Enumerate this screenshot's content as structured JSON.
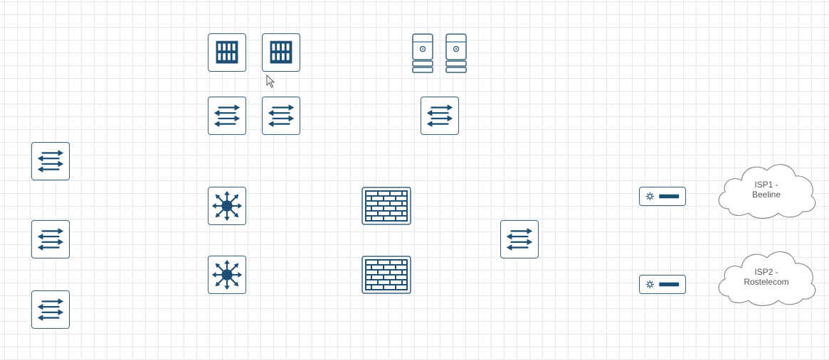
{
  "diagram": {
    "nodes": [
      {
        "id": "switch-left-1",
        "icon": "switch-icon"
      },
      {
        "id": "switch-left-2",
        "icon": "switch-icon"
      },
      {
        "id": "switch-left-3",
        "icon": "switch-icon"
      },
      {
        "id": "storage-1",
        "icon": "storage-rack-icon"
      },
      {
        "id": "storage-2",
        "icon": "storage-rack-icon"
      },
      {
        "id": "switch-mid-1",
        "icon": "switch-icon"
      },
      {
        "id": "switch-mid-2",
        "icon": "switch-icon"
      },
      {
        "id": "server-1",
        "icon": "server-icon"
      },
      {
        "id": "server-2",
        "icon": "server-icon"
      },
      {
        "id": "switch-server",
        "icon": "switch-icon"
      },
      {
        "id": "core-switch-1",
        "icon": "layer3-switch-icon"
      },
      {
        "id": "core-switch-2",
        "icon": "layer3-switch-icon"
      },
      {
        "id": "firewall-1",
        "icon": "firewall-icon"
      },
      {
        "id": "firewall-2",
        "icon": "firewall-icon"
      },
      {
        "id": "switch-edge",
        "icon": "switch-icon"
      },
      {
        "id": "router-1",
        "icon": "router-icon"
      },
      {
        "id": "router-2",
        "icon": "router-icon"
      }
    ],
    "clouds": [
      {
        "id": "isp1",
        "label": "ISP1 -\nBeeline"
      },
      {
        "id": "isp2",
        "label": "ISP2 -\nRostelecom"
      }
    ]
  },
  "colors": {
    "icon": "#1d4e73",
    "border": "#37617f",
    "cloud": "#8a8a8a",
    "grid": "#e8e8e8"
  }
}
